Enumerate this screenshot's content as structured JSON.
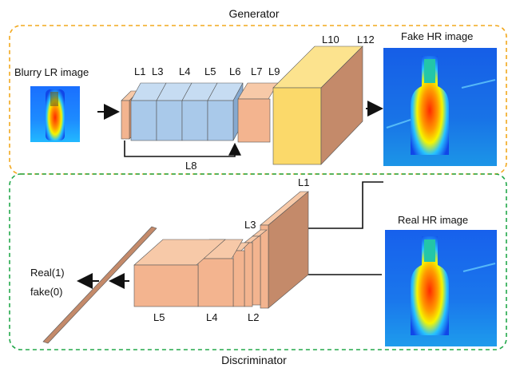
{
  "generator": {
    "title": "Generator",
    "input_label": "Blurry LR image",
    "output_label": "Fake HR image",
    "layers": {
      "l1": "L1",
      "l3": "L3",
      "l4": "L4",
      "l5": "L5",
      "l6": "L6",
      "l7": "L7",
      "l9": "L9",
      "l10": "L10",
      "l12": "L12",
      "l8": "L8"
    },
    "border_color": "#f2a81d"
  },
  "discriminator": {
    "title": "Discriminator",
    "input_label": "Real HR image",
    "output_real": "Real(1)",
    "output_fake": "fake(0)",
    "layers": {
      "l1": "L1",
      "l3": "L3",
      "l2": "L2",
      "l4": "L4",
      "l5": "L5"
    },
    "border_color": "#22a84a"
  },
  "colors": {
    "salmon": "#f3b48f",
    "blue_block": "#a9c9ea",
    "yellow_block": "#fbd96a"
  }
}
